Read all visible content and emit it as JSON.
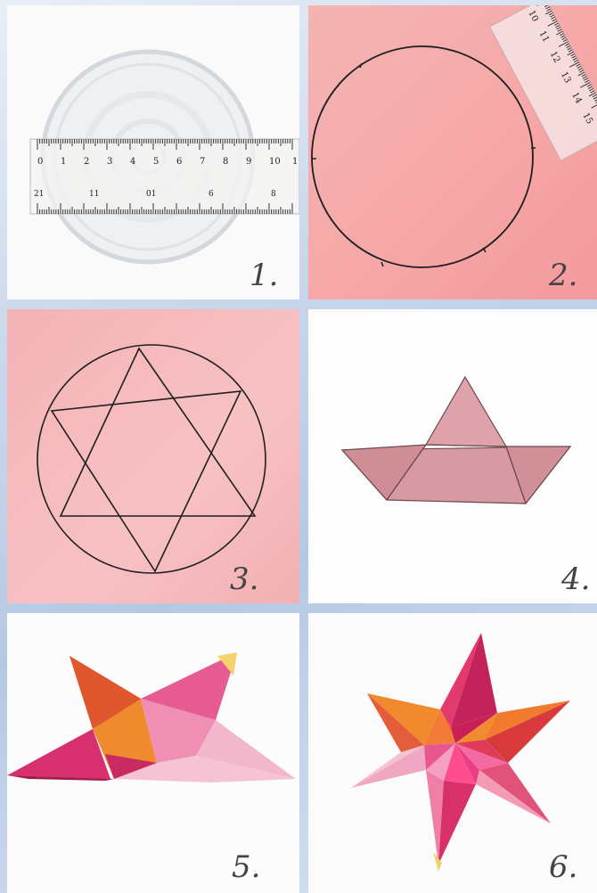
{
  "steps": [
    {
      "number": "1."
    },
    {
      "number": "2."
    },
    {
      "number": "3."
    },
    {
      "number": "4."
    },
    {
      "number": "5."
    },
    {
      "number": "6."
    }
  ],
  "ruler1": {
    "top_labels": [
      "0",
      "1",
      "2",
      "3",
      "4",
      "5",
      "6",
      "7",
      "8",
      "9",
      "10",
      "1"
    ],
    "bottom_labels": [
      "21",
      "11",
      "01",
      "6",
      "8"
    ]
  },
  "ruler2": {
    "labels": [
      "10",
      "11",
      "12",
      "13",
      "14",
      "15"
    ]
  },
  "colors": {
    "pink_bg": "#f5b0b3",
    "line": "#1f1f1f",
    "star_magenta": "#d42d6b",
    "star_orange": "#f0782e"
  }
}
